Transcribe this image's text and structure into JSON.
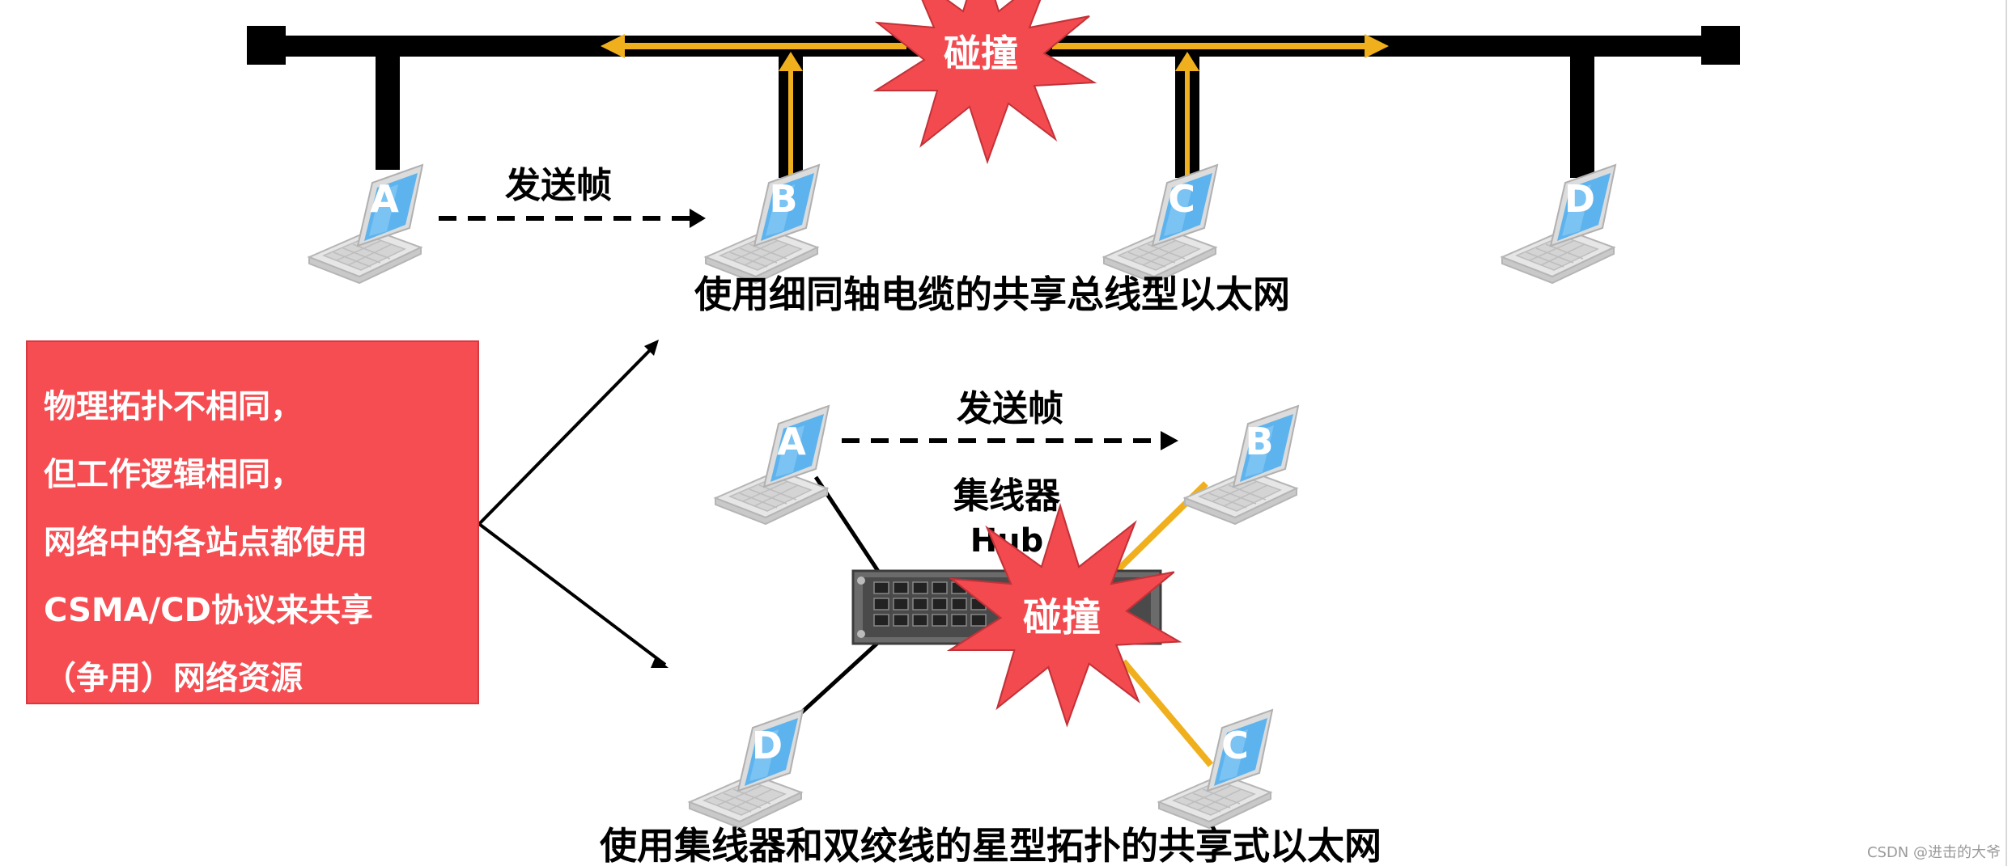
{
  "bus_diagram": {
    "send_label": "发送帧",
    "collision_label": "碰撞",
    "caption": "使用细同轴电缆的共享总线型以太网",
    "hosts": [
      "A",
      "B",
      "C",
      "D"
    ]
  },
  "star_diagram": {
    "send_label": "发送帧",
    "hub_label": "集线器",
    "hub_sublabel": "Hub",
    "collision_label": "碰撞",
    "caption": "使用集线器和双绞线的星型拓扑的共享式以太网",
    "hosts": [
      "A",
      "B",
      "C",
      "D"
    ]
  },
  "note": {
    "lines": [
      "物理拓扑不相同，",
      "但工作逻辑相同，",
      "网络中的各站点都使用",
      "CSMA/CD协议来共享",
      "（争用）网络资源"
    ]
  },
  "watermark": "CSDN @进击的大爷",
  "colors": {
    "cable": "#000000",
    "signal": "#f0b01e",
    "collision": "#f24a4f",
    "note_bg": "#f54d52",
    "screen": "#5db3ee"
  },
  "icons": {
    "host": "laptop-icon",
    "hub": "hub-icon",
    "collision": "starburst-icon"
  }
}
